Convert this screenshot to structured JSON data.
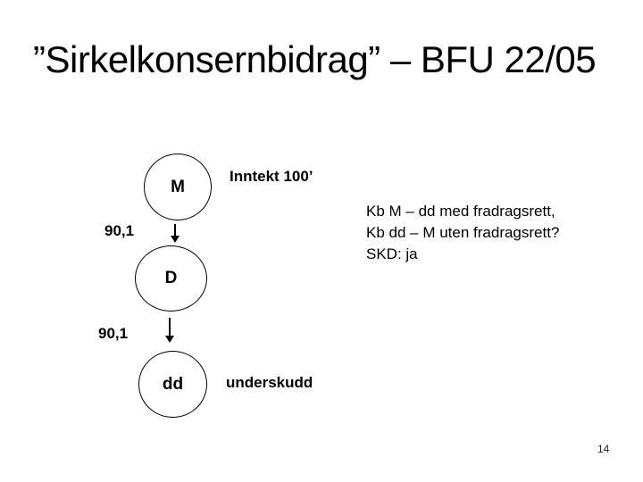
{
  "slide": {
    "title": "”Sirkelkonsernbidrag” – BFU 22/05",
    "page_number": "14",
    "background_color": "#ffffff",
    "text_color": "#000000"
  },
  "diagram": {
    "nodes": [
      {
        "id": "M",
        "label": "M",
        "annotation": "Inntekt 100’"
      },
      {
        "id": "D",
        "label": "D"
      },
      {
        "id": "dd",
        "label": "dd",
        "annotation": "underskudd"
      }
    ],
    "edges": [
      {
        "from": "M",
        "to": "D",
        "label": "90,1",
        "direction": "down"
      },
      {
        "from": "D",
        "to": "dd",
        "label": "90,1",
        "direction": "down"
      }
    ]
  },
  "note": {
    "lines": [
      "Kb M – dd med fradragsrett,",
      "Kb dd – M uten fradragsrett?",
      "SKD: ja"
    ]
  }
}
